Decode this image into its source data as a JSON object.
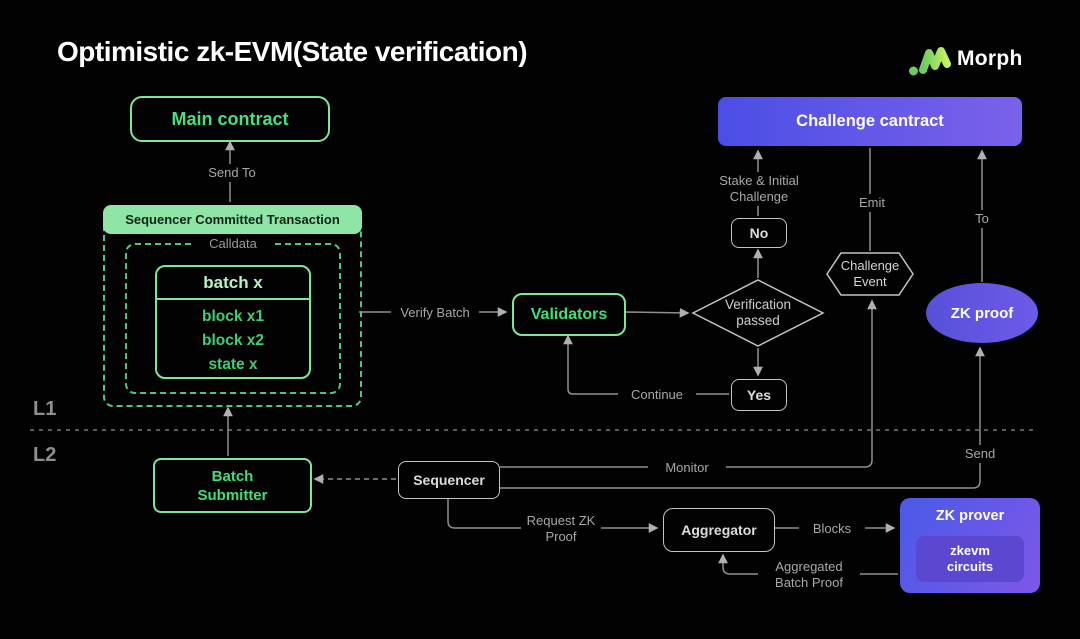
{
  "title": "Optimistic zk-EVM(State verification)",
  "brand": {
    "name": "Morph"
  },
  "layers": {
    "l1": "L1",
    "l2": "L2"
  },
  "nodes": {
    "main_contract": "Main contract",
    "sct_header": "Sequencer Committed Transaction",
    "calldata": "Calldata",
    "batch_header": "batch x",
    "batch_rows": [
      "block x1",
      "block x2",
      "state x"
    ],
    "validators": "Validators",
    "verification": "Verification passed",
    "no": "No",
    "yes": "Yes",
    "challenge_contract": "Challenge cantract",
    "challenge_event": "Challenge Event",
    "zk_proof": "ZK proof",
    "batch_submitter": "Batch Submitter",
    "sequencer": "Sequencer",
    "aggregator": "Aggregator",
    "zk_prover": "ZK prover",
    "zkevm_circuits": "zkevm circuits"
  },
  "labels": {
    "send_to": "Send To",
    "verify_batch": "Verify Batch",
    "continue": "Continue",
    "stake_initial_challenge": "Stake & Initial Challenge",
    "emit": "Emit",
    "to": "To",
    "monitor": "Monitor",
    "send": "Send",
    "request_zk_proof": "Request ZK Proof",
    "blocks": "Blocks",
    "aggregated_batch_proof": "Aggregated Batch Proof"
  },
  "colors": {
    "background": "#020202",
    "accent_green_border": "#7ee795",
    "green_text": "#4ade7c",
    "light_green_header_bg": "#8fe5a6",
    "batch_header_text": "#b9f2c2",
    "dashed_green": "#4fc878",
    "line_gray": "#8f8f8f",
    "label_gray": "#a8a8a8",
    "indigo": "#4b4ee6",
    "purple": "#7b61ea",
    "zk_prover_inner": "#5b48d0",
    "logo_green_dark": "#6ecb5e",
    "logo_green_light": "#c8f25e"
  }
}
